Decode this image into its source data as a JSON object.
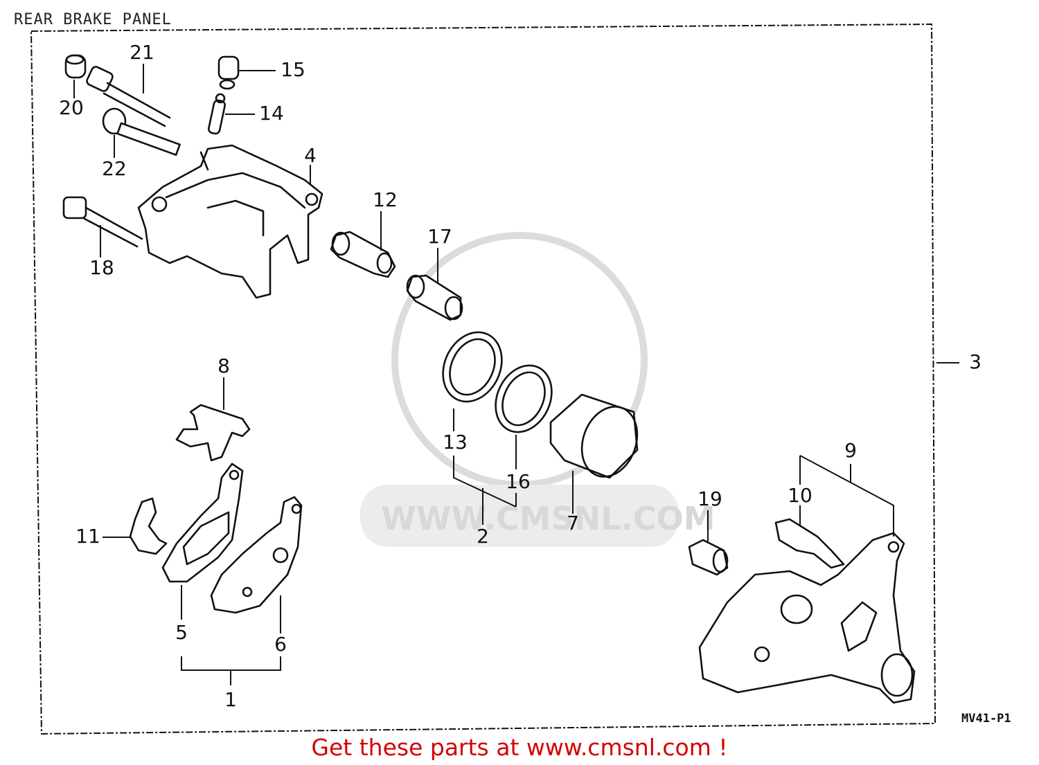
{
  "title": "REAR BRAKE PANEL",
  "diagram_code": "MV41-P1",
  "watermark": "WWW.CMSNL.COM",
  "promo_text": "Get these parts at www.cmsnl.com !",
  "callouts": {
    "c1": "1",
    "c2": "2",
    "c3": "3",
    "c4": "4",
    "c5": "5",
    "c6": "6",
    "c7": "7",
    "c8": "8",
    "c9": "9",
    "c10": "10",
    "c11": "11",
    "c12": "12",
    "c13": "13",
    "c14": "14",
    "c15": "15",
    "c16": "16",
    "c17": "17",
    "c18": "18",
    "c19": "19",
    "c20": "20",
    "c21": "21",
    "c22": "22"
  }
}
